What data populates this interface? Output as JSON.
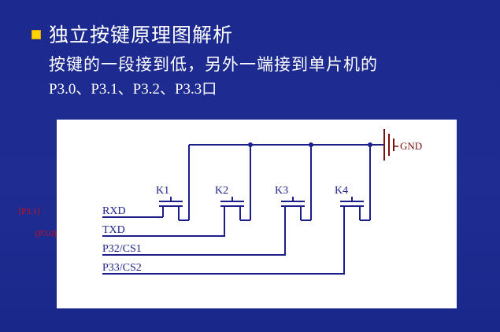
{
  "slide": {
    "bullet_title": "独立按键原理图解析",
    "body_line1": "按键的一段接到低，另外一端接到单片机的",
    "body_line2": "P3.0、P3.1、P3.2、P3.3口"
  },
  "diagram": {
    "gnd_label": "GND",
    "keys": [
      "K1",
      "K2",
      "K3",
      "K4"
    ],
    "signals": [
      "RXD",
      "TXD",
      "P32/CS1",
      "P33/CS2"
    ],
    "pin_notes": [
      "（P3.1）",
      "(P3.0)"
    ],
    "colors": {
      "wire": "#1a1f8a",
      "ground": "#7a1010",
      "note": "#d01010"
    }
  }
}
